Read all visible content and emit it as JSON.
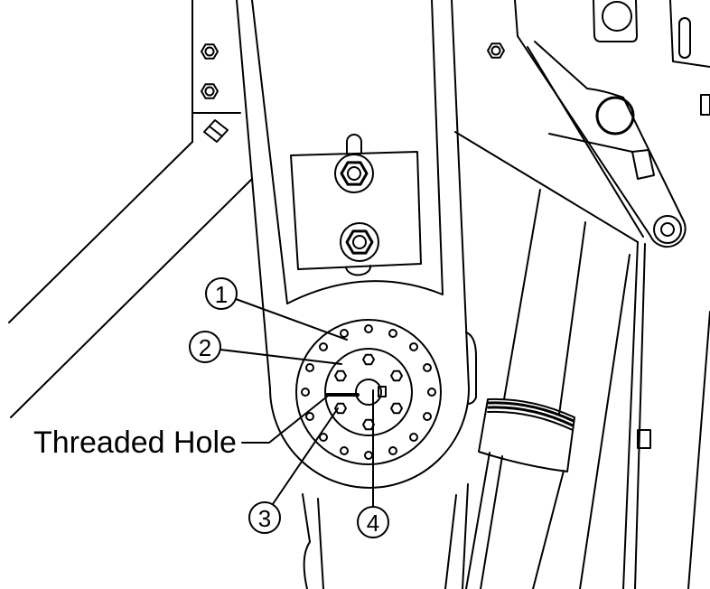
{
  "callouts": {
    "c1": "1",
    "c2": "2",
    "c3": "3",
    "c4": "4"
  },
  "threaded_hole_label": "Threaded Hole",
  "colors": {
    "line": "#000000",
    "background": "#ffffff"
  }
}
